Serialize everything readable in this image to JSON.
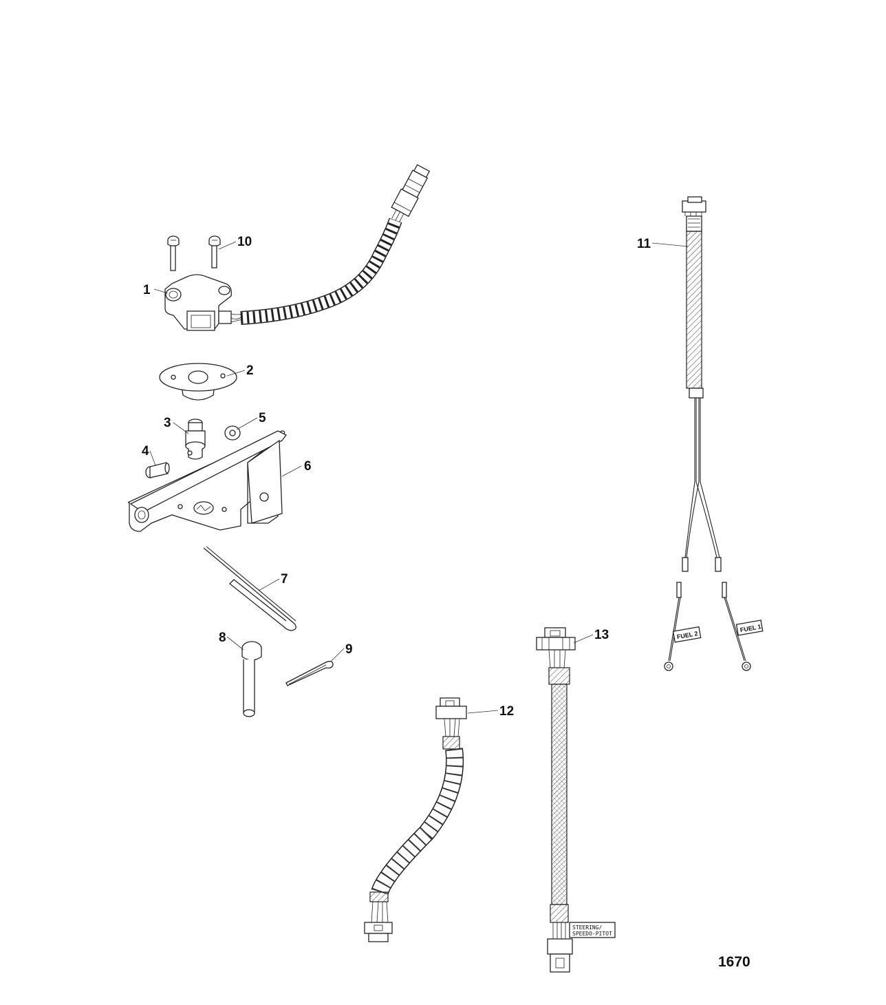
{
  "diagram": {
    "figure_number": "1670",
    "callouts": [
      "1",
      "2",
      "3",
      "4",
      "5",
      "6",
      "7",
      "8",
      "9",
      "10",
      "11",
      "12",
      "13"
    ],
    "tags": {
      "fuel_2": "FUEL 2",
      "fuel_1": "FUEL 1",
      "steering_line1": "STEERING/",
      "steering_line2": "SPEEDO-PITOT"
    }
  }
}
